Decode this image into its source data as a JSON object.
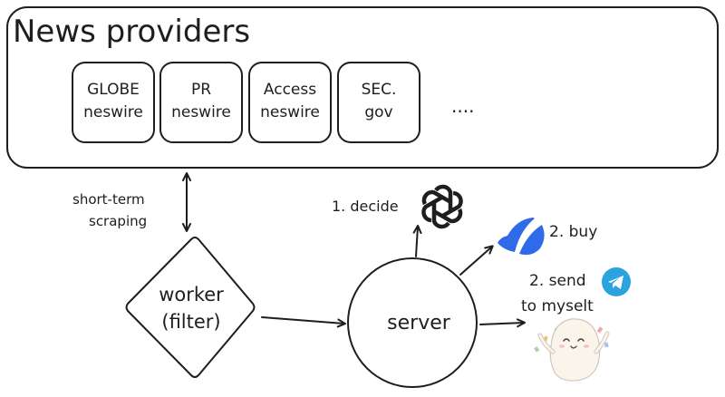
{
  "title": "News providers",
  "providers": [
    {
      "line1": "GLOBE",
      "line2": "neswire"
    },
    {
      "line1": "PR",
      "line2": "neswire"
    },
    {
      "line1": "Access",
      "line2": "neswire"
    },
    {
      "line1": "SEC.",
      "line2": "gov"
    }
  ],
  "more_label": "....",
  "scraping_label": {
    "line1": "short-term",
    "line2": "scraping"
  },
  "worker": {
    "line1": "worker",
    "line2": "(filter)"
  },
  "server_label": "server",
  "decide_label": "1. decide",
  "buy_label": "2. buy",
  "send_label": {
    "line1": "2. send",
    "line2": "to myselt"
  },
  "icons": [
    "openai-logo-icon",
    "broker-logo-icon",
    "telegram-icon",
    "cheering-mascot-icon"
  ],
  "colors": {
    "stroke": "#1e1e1e",
    "broker_blue": "#2f6be8",
    "telegram_blue": "#2aa3df"
  }
}
